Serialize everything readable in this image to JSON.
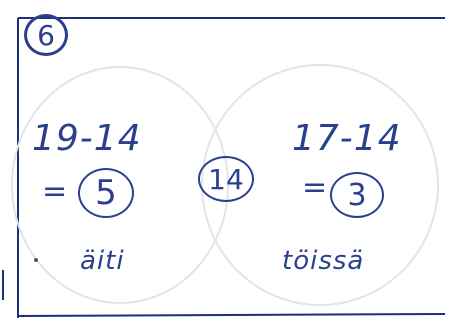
{
  "problem_number": "6",
  "left_set": {
    "expression": "19-14",
    "equals": "=",
    "result": "5",
    "label": "äiti"
  },
  "intersection": {
    "value": "14"
  },
  "right_set": {
    "expression": "17-14",
    "equals": "=",
    "result": "3",
    "label": "töissä"
  },
  "colors": {
    "ink": "#2b3f8f",
    "border": "#1f2f7a",
    "circle_faint": "#e4e4e4"
  }
}
